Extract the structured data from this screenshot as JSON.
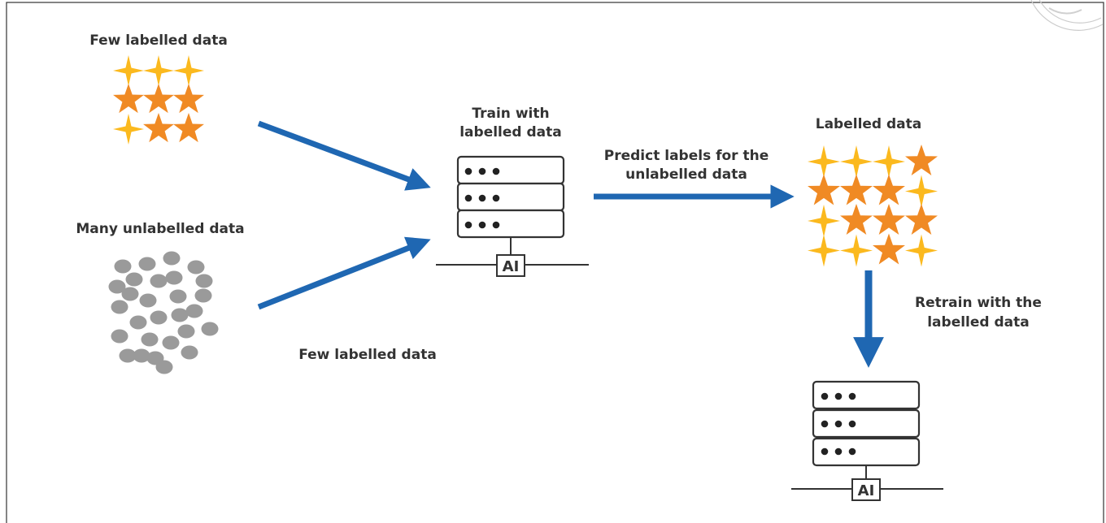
{
  "labels": {
    "few_labelled_top": "Few labelled data",
    "many_unlabelled": "Many unlabelled data",
    "few_labelled_bottom": "Few labelled data",
    "train_line1": "Train with",
    "train_line2": "labelled data",
    "predict_line1": "Predict labels for the",
    "predict_line2": "unlabelled data",
    "labelled_data": "Labelled data",
    "retrain_line1": "Retrain with the",
    "retrain_line2": "labelled data",
    "ai_main": "AI",
    "ai_bottom": "AI"
  },
  "colors": {
    "arrow": "#1f67b2",
    "star_yellow": "#fbb91e",
    "star_orange": "#f08a24",
    "dot_gray": "#9a9a9a",
    "border": "#333333"
  },
  "few_labelled_stars": [
    [
      "yellow",
      "yellow",
      "yellow"
    ],
    [
      "orange",
      "orange",
      "orange"
    ],
    [
      "yellow",
      "orange",
      "orange"
    ]
  ],
  "result_stars": [
    [
      "yellow",
      "yellow",
      "yellow",
      "orange"
    ],
    [
      "orange",
      "orange",
      "orange",
      "yellow"
    ],
    [
      "yellow",
      "orange",
      "orange",
      "orange"
    ],
    [
      "yellow",
      "yellow",
      "orange",
      "yellow"
    ]
  ]
}
